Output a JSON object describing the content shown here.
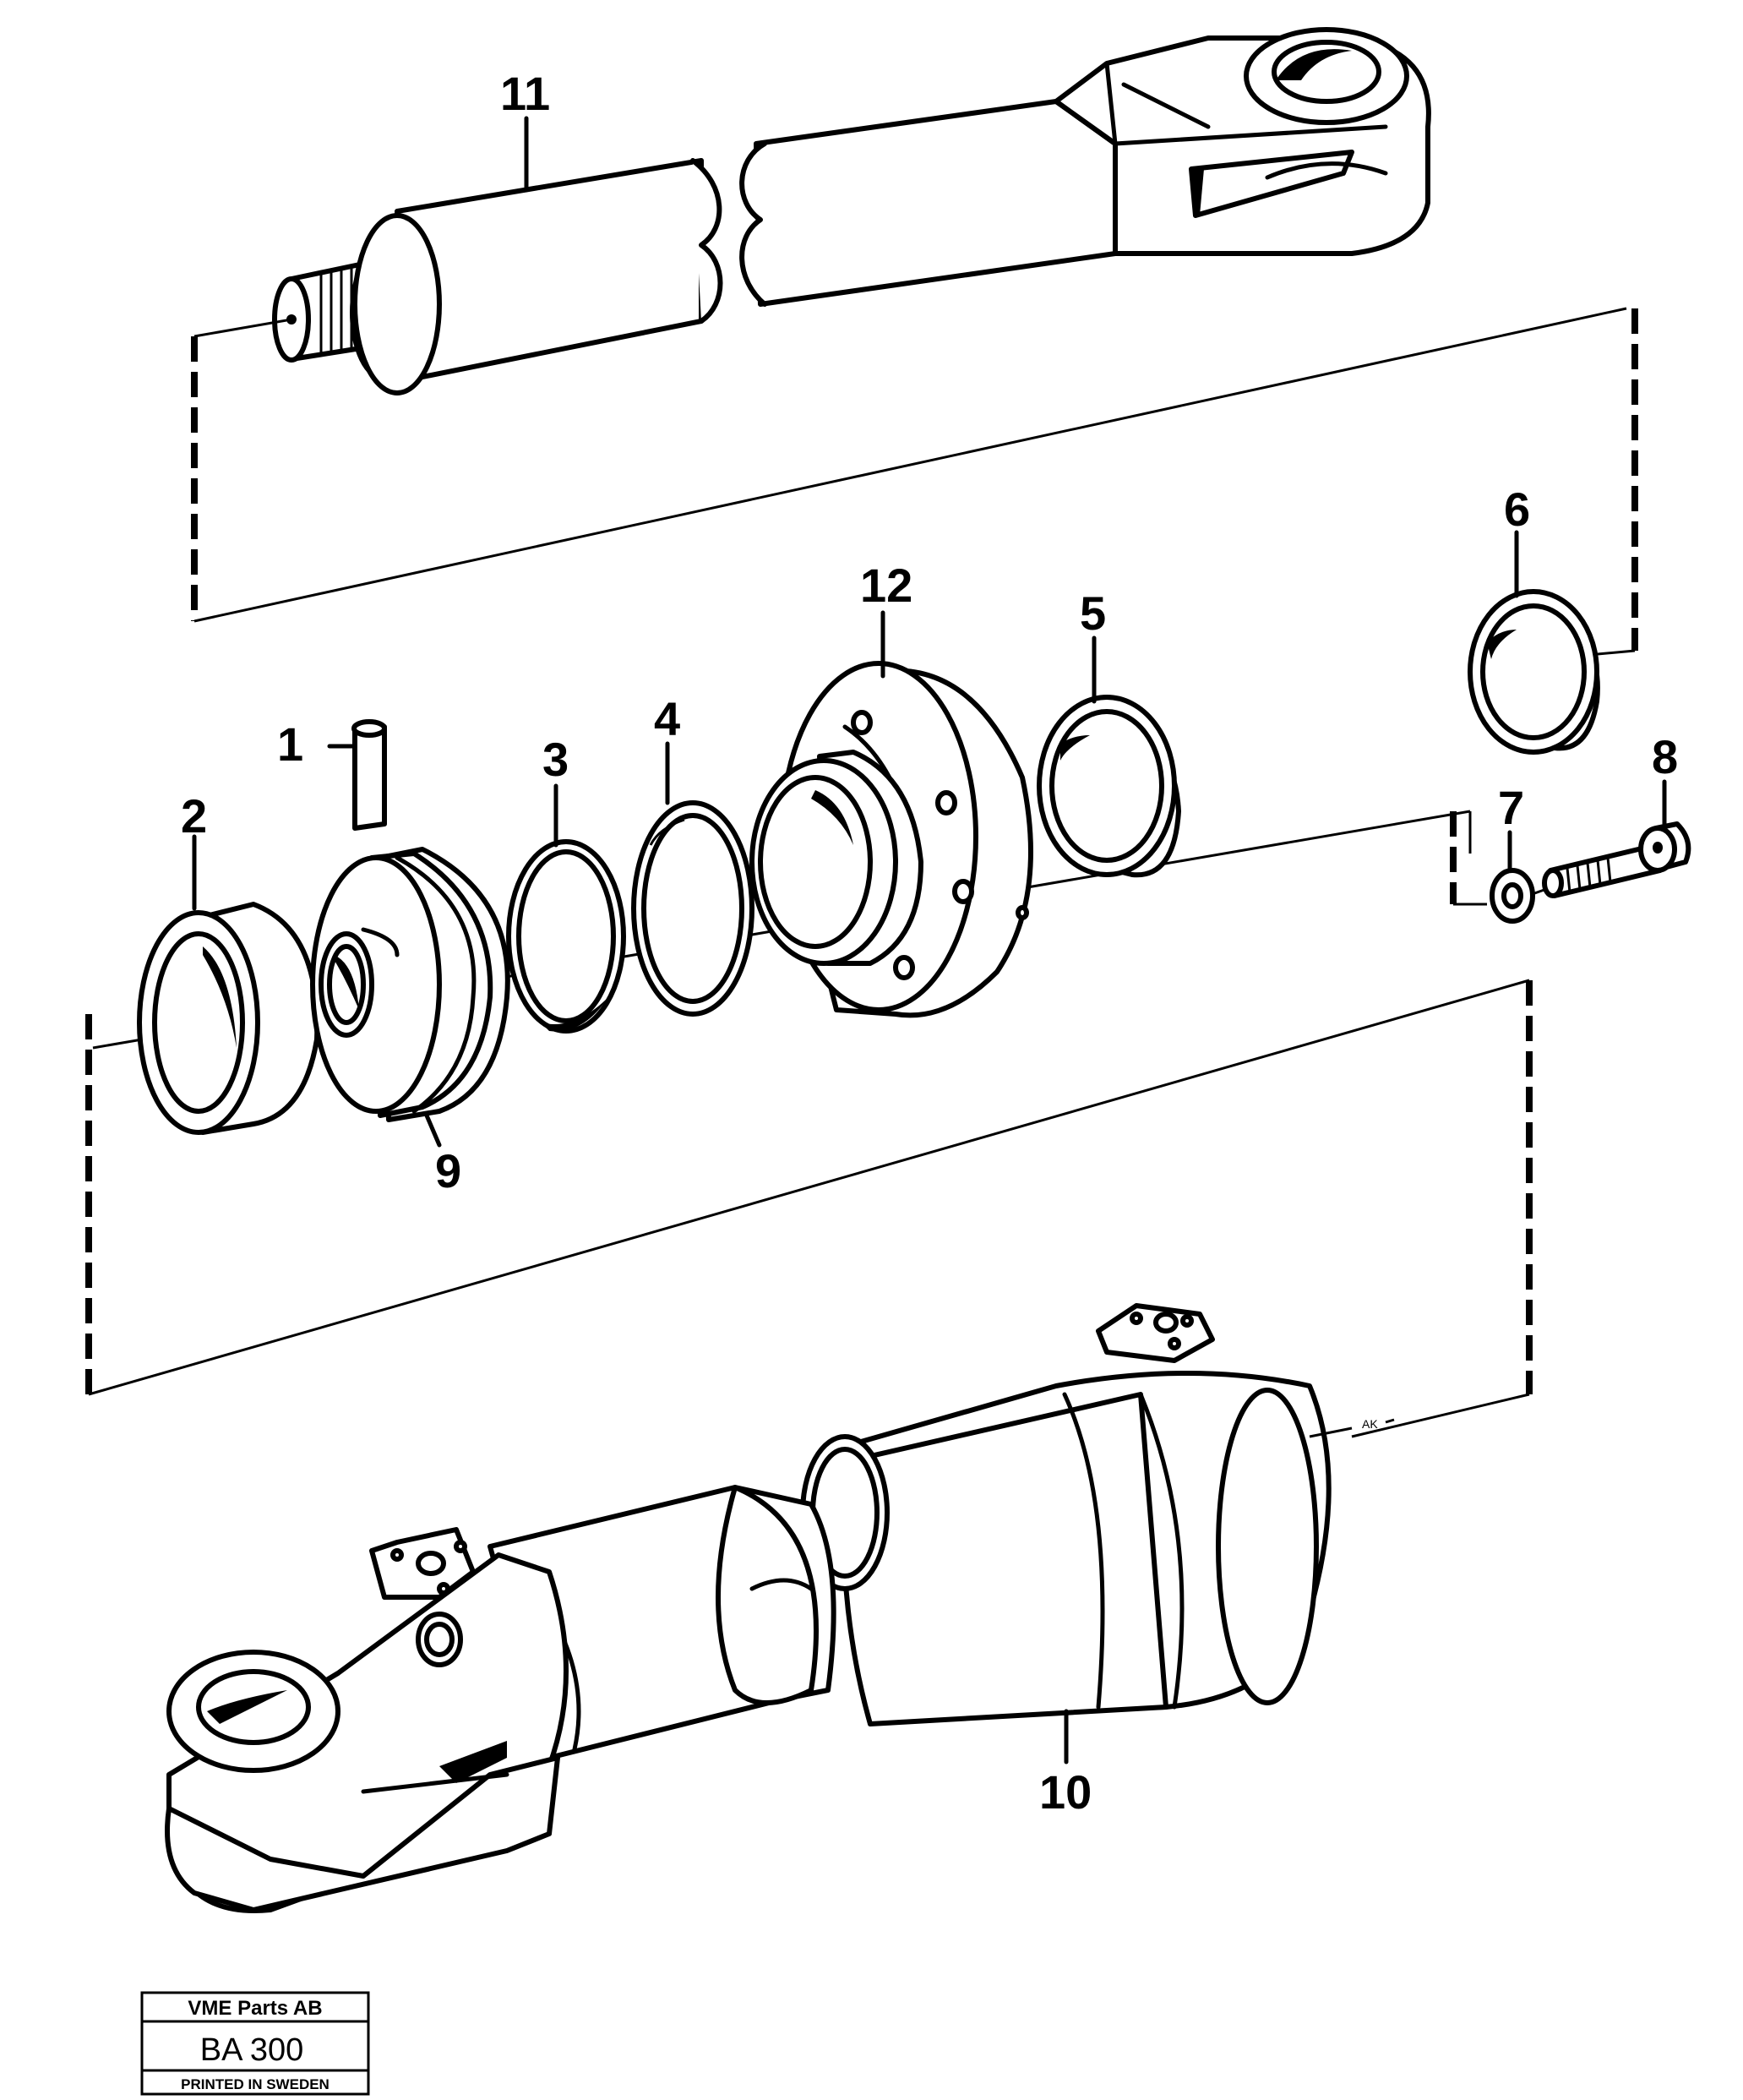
{
  "labels": {
    "p1": "1",
    "p2": "2",
    "p3": "3",
    "p4": "4",
    "p5": "5",
    "p6": "6",
    "p7": "7",
    "p8": "8",
    "p9": "9",
    "p10": "10",
    "p11": "11",
    "p12": "12"
  },
  "ak_mark": "AK",
  "title_block": {
    "company": "VME Parts AB",
    "code": "BA 300",
    "printed": "PRINTED IN SWEDEN"
  }
}
